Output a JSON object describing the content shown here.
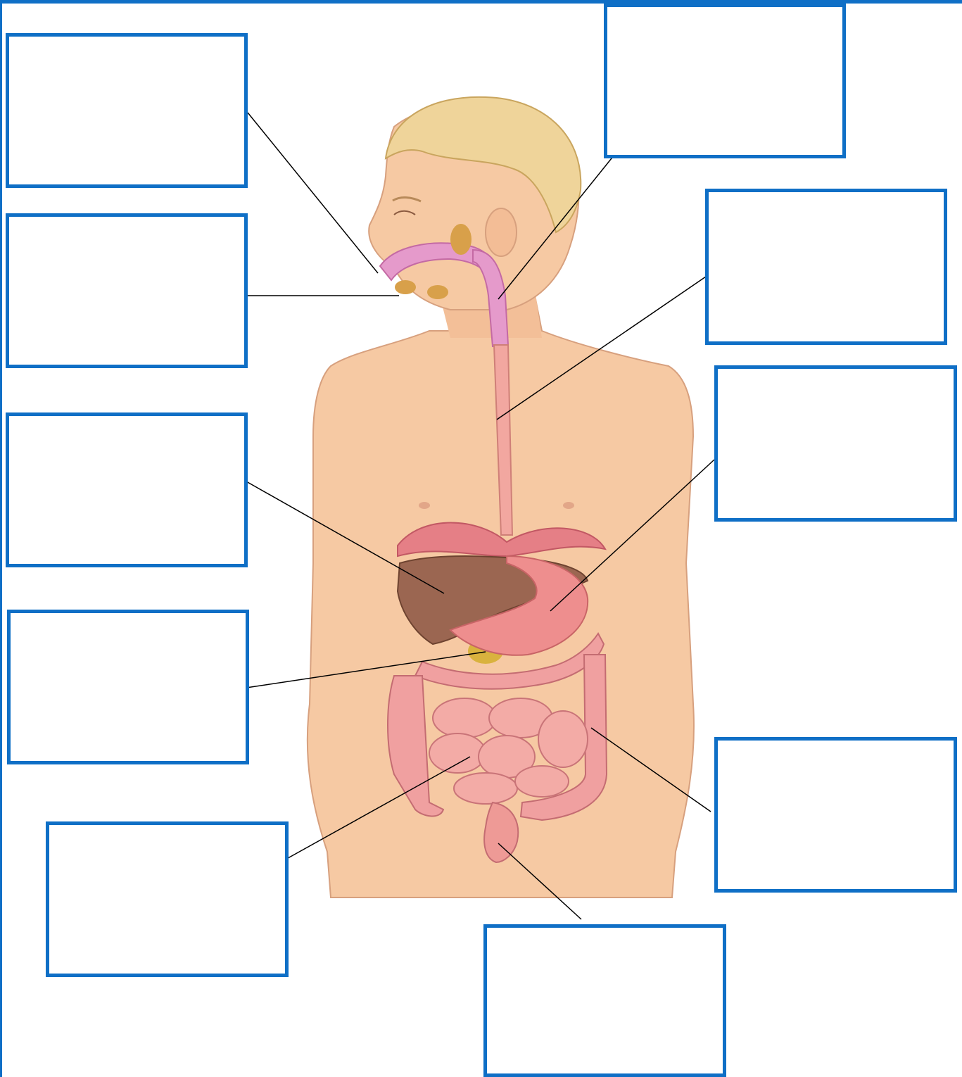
{
  "colors": {
    "box_border": "#0f6fc6",
    "leader_line": "#000000",
    "skin": "#f6c9a3",
    "hair": "#efd49a",
    "digestive_tract_upper": "#e59acb",
    "esophagus": "#f2a7a0",
    "stomach": "#ee8e8e",
    "liver": "#9b6651",
    "intestine": "#f0a0a0",
    "salivary_glands": "#d8a04a"
  },
  "labels": [
    {
      "id": "mouth",
      "text": ""
    },
    {
      "id": "salivary-glands",
      "text": ""
    },
    {
      "id": "pharynx",
      "text": ""
    },
    {
      "id": "esophagus",
      "text": ""
    },
    {
      "id": "stomach",
      "text": ""
    },
    {
      "id": "liver",
      "text": ""
    },
    {
      "id": "pancreas",
      "text": ""
    },
    {
      "id": "small-intestine",
      "text": ""
    },
    {
      "id": "large-intestine",
      "text": ""
    },
    {
      "id": "rectum",
      "text": ""
    }
  ]
}
